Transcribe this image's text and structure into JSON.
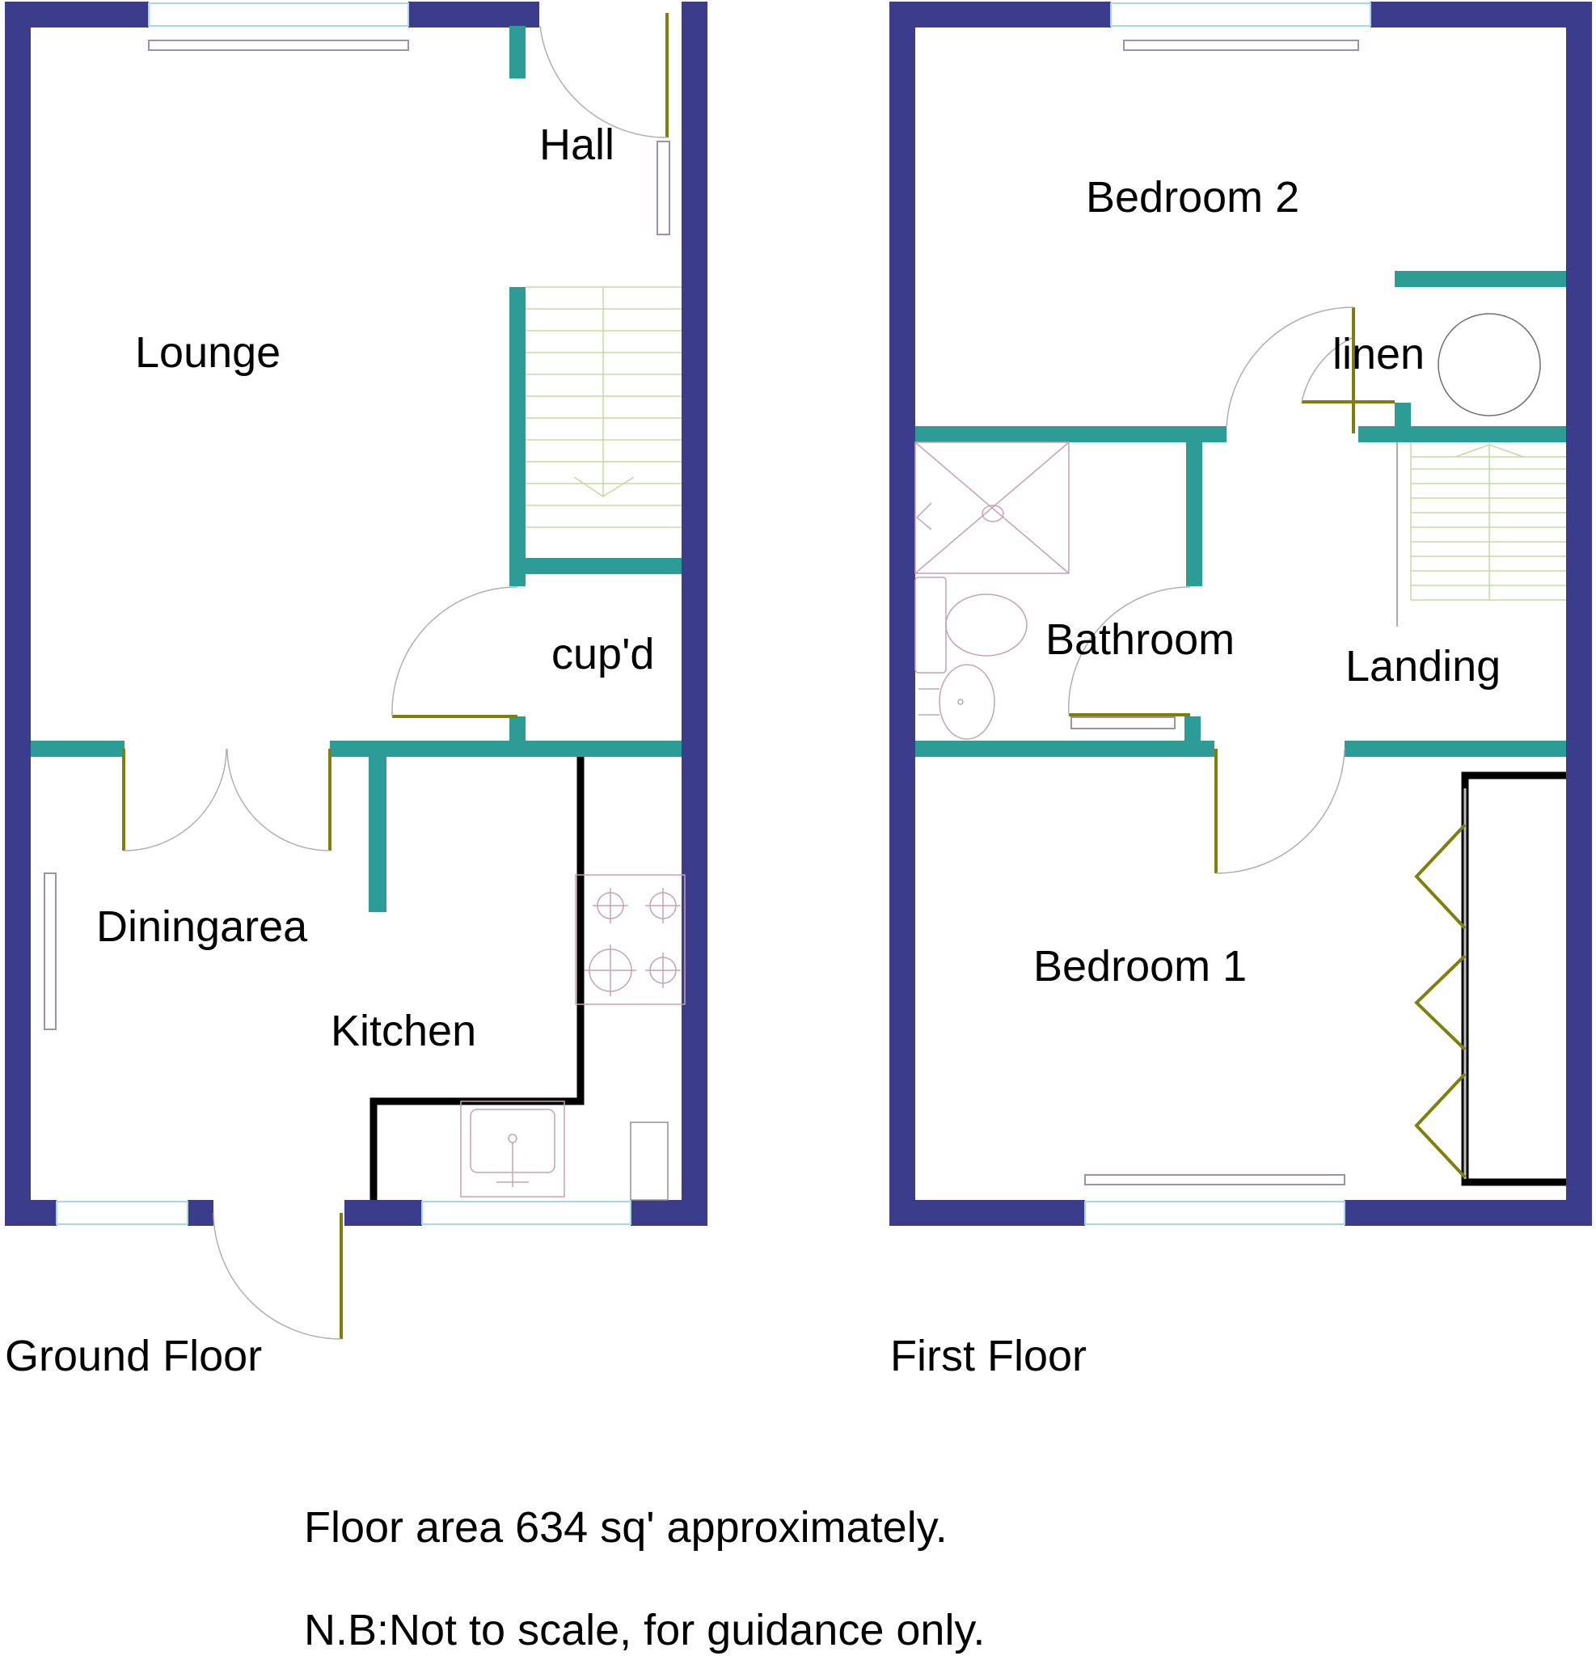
{
  "ground_floor": {
    "title": "Ground Floor",
    "rooms": {
      "lounge": "Lounge",
      "hall": "Hall",
      "cupboard": "cup'd",
      "dining": "Diningarea",
      "kitchen": "Kitchen"
    }
  },
  "first_floor": {
    "title": "First Floor",
    "rooms": {
      "bedroom2": "Bedroom 2",
      "linen": "linen",
      "bathroom": "Bathroom",
      "landing": "Landing",
      "bedroom1": "Bedroom 1"
    }
  },
  "notes": {
    "floor_area": "Floor area 634 sq' approximately.",
    "disclaimer": "N.B:Not to scale, for guidance only."
  },
  "colors": {
    "external_wall": "#3c3c8c",
    "internal_wall": "#2e9c96",
    "door": "#7f7f0c",
    "fixture": "#c8a0b4",
    "window": "#a8d8e0",
    "worktop": "#000000"
  }
}
